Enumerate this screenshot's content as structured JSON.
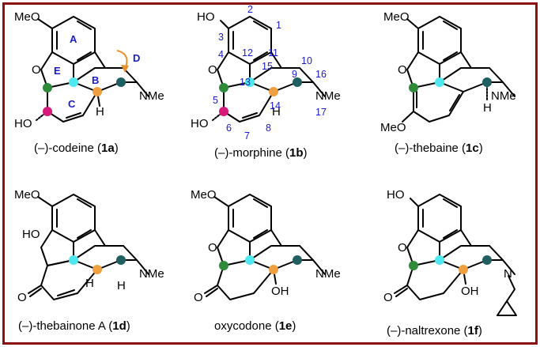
{
  "panels": [
    {
      "id": "1a",
      "atoms": {
        "ome": "MeO",
        "ho": "HO",
        "o": "O",
        "n": "NMe",
        "h": "H"
      },
      "rings": {
        "a": "A",
        "b": "B",
        "c": "C",
        "d": "D",
        "e": "E"
      },
      "caption": {
        "pre": "(–)-codeine (",
        "bold": "1a",
        "post": ")"
      }
    },
    {
      "id": "1b",
      "atoms": {
        "ho_top": "HO",
        "ho": "HO",
        "o": "O",
        "n": "NMe",
        "h": "H"
      },
      "numbers": [
        "1",
        "2",
        "3",
        "4",
        "5",
        "6",
        "7",
        "8",
        "9",
        "10",
        "11",
        "12",
        "13",
        "14",
        "15",
        "16",
        "17"
      ],
      "caption": {
        "pre": "(–)-morphine (",
        "bold": "1b",
        "post": ")"
      }
    },
    {
      "id": "1c",
      "atoms": {
        "ome_top": "MeO",
        "ome_bot": "MeO",
        "o": "O",
        "n": "NMe",
        "h": "H"
      },
      "caption": {
        "pre": "(–)-thebaine (",
        "bold": "1c",
        "post": ")"
      }
    },
    {
      "id": "1d",
      "atoms": {
        "ome": "MeO",
        "ho": "HO",
        "o": "O",
        "n": "NMe",
        "h1": "H",
        "h2": "H"
      },
      "caption": {
        "pre": "(–)-thebainone A (",
        "bold": "1d",
        "post": ")"
      }
    },
    {
      "id": "1e",
      "atoms": {
        "ome": "MeO",
        "o_ring": "O",
        "o_keto": "O",
        "oh": "OH",
        "n": "NMe"
      },
      "caption": {
        "pre": "oxycodone (",
        "bold": "1e",
        "post": ")"
      }
    },
    {
      "id": "1f",
      "atoms": {
        "ho": "HO",
        "o_ring": "O",
        "o_keto": "O",
        "oh": "OH",
        "n": "N"
      },
      "caption": {
        "pre": "(–)-naltrexone (",
        "bold": "1f",
        "post": ")"
      }
    }
  ],
  "colors": {
    "frame": "#8c1111",
    "c5_green": "#2e8b3a",
    "c13_cyan": "#4fe8f0",
    "c14_orange": "#f0a040",
    "c9_teal": "#1f5f5f",
    "c6_magenta": "#d6197a",
    "label_blue": "#1a1acc",
    "arrow": "#e8912a"
  }
}
